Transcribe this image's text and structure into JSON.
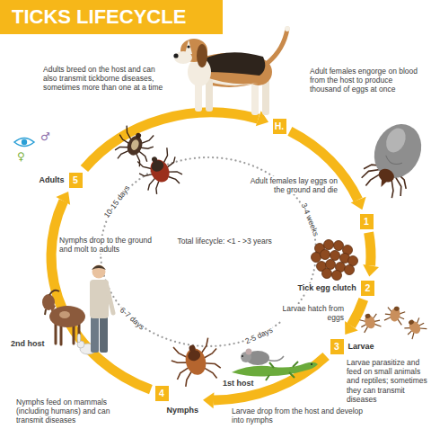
{
  "diagram": {
    "title": "TICKS LIFECYCLE",
    "nodes": [
      {
        "text": [
          "H."
        ]
      },
      {
        "text": [
          "1"
        ]
      },
      {
        "text": [
          "2",
          "Tick egg clutch"
        ]
      },
      {
        "text": [
          "3",
          "Larvae"
        ]
      },
      {
        "text": [
          "4",
          "Nymphs"
        ]
      },
      {
        "text": [
          "5",
          "Adults"
        ]
      }
    ],
    "edges": [
      {
        "from": 0,
        "to": 1,
        "arrow": "to"
      },
      {
        "from": 1,
        "to": 2,
        "arrow": "to"
      },
      {
        "from": 2,
        "to": 3,
        "arrow": "to"
      },
      {
        "from": 3,
        "to": 4,
        "arrow": "to"
      },
      {
        "from": 4,
        "to": 5,
        "arrow": "to"
      },
      {
        "from": 5,
        "to": 0,
        "arrow": "to"
      }
    ],
    "labels": [
      "Adults breed on the host and can also transmit tickborne diseases, sometimes more than one at a time",
      "Adult females engorge on blood from the host to produce thousand of eggs at once",
      "Adult females lay eggs on the ground and die",
      "3-4 weeks",
      "Larvae hatch from eggs",
      "2-5 days",
      "Larvae parasitize and feed on small animals and reptiles; sometimes they can transmit diseases",
      "1st host",
      "Larvae drop from the host and develop into nymphs",
      "Nymphs feed on mammals (including humans) and can transmit diseases",
      "2nd host",
      "6-7 days",
      "Nymphs drop to the ground and molt to adults",
      "10-15 days",
      "Total lifecycle: <1 - >3 years",
      "♂",
      "♀"
    ]
  }
}
